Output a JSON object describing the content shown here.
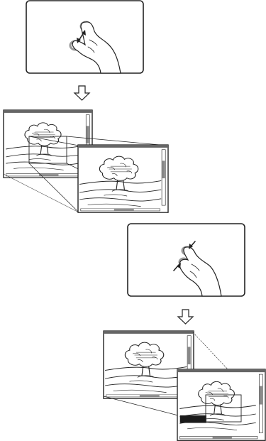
{
  "figure": {
    "panels": [
      {
        "id": "pinch-out-gesture",
        "gesture": "pinch-out"
      },
      {
        "id": "zoom-in-result",
        "result": "zoom-in"
      },
      {
        "id": "pinch-in-gesture",
        "gesture": "pinch-in"
      },
      {
        "id": "zoom-out-result",
        "result": "zoom-out"
      }
    ],
    "colors": {
      "line": "#222222",
      "background": "#ffffff",
      "titlebar": "#666666",
      "scrollbar": "#888888",
      "finger_highlight": "#999999",
      "dark_block": "#1a1a1a"
    },
    "icons": [
      "pinch-out-hand-icon",
      "down-arrow-icon",
      "pinch-in-hand-icon",
      "tree-landscape-icon"
    ]
  }
}
